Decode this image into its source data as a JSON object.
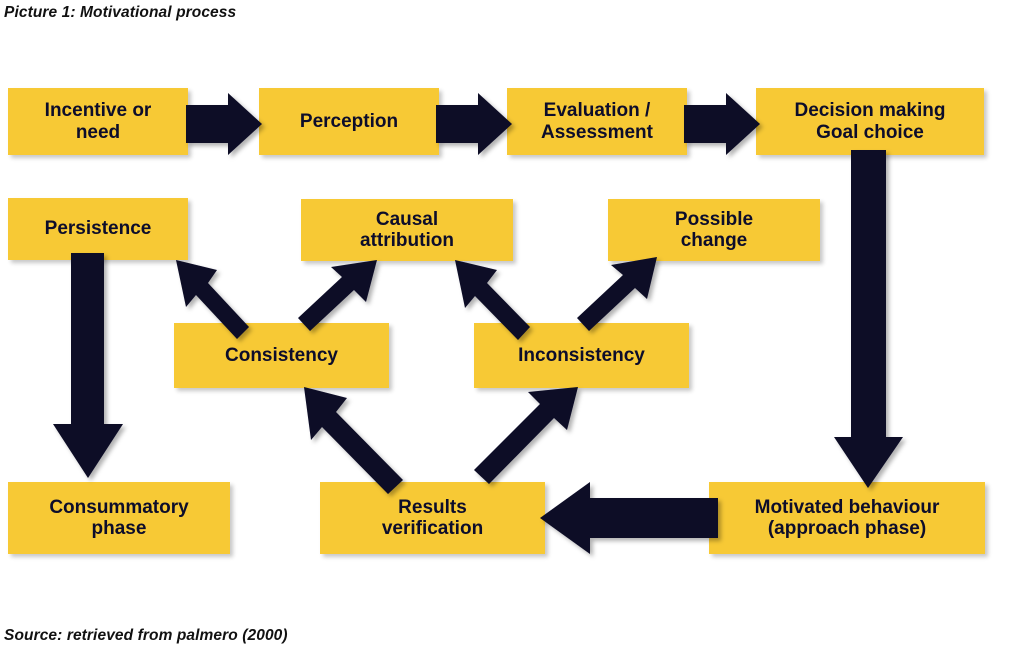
{
  "figure": {
    "caption_top": "Picture 1: Motivational process",
    "caption_bottom": "Source: retrieved from palmero (2000)",
    "colors": {
      "node_fill": "#F7C935",
      "arrow": "#0A0A28",
      "text": "#0D0D2B",
      "background": "#FFFFFF"
    }
  },
  "chart_data": {
    "type": "diagram",
    "title": "Picture 1: Motivational process",
    "source": "Source: retrieved from palmero (2000)",
    "nodes": [
      {
        "id": "incentive",
        "label": "Incentive or need",
        "line1": "Incentive or",
        "line2": "need",
        "row": 1,
        "col": 1
      },
      {
        "id": "perception",
        "label": "Perception",
        "line1": "Perception",
        "line2": "",
        "row": 1,
        "col": 2
      },
      {
        "id": "evaluation",
        "label": "Evaluation / Assessment",
        "line1": "Evaluation /",
        "line2": "Assessment",
        "row": 1,
        "col": 3
      },
      {
        "id": "decision",
        "label": "Decision making Goal choice",
        "line1": "Decision making",
        "line2": "Goal choice",
        "row": 1,
        "col": 4
      },
      {
        "id": "persistence",
        "label": "Persistence",
        "line1": "Persistence",
        "line2": "",
        "row": 2,
        "col": 1
      },
      {
        "id": "causal",
        "label": "Causal attribution",
        "line1": "Causal",
        "line2": "attribution",
        "row": 2,
        "col": 2
      },
      {
        "id": "possible",
        "label": "Possible change",
        "line1": "Possible",
        "line2": "change",
        "row": 2,
        "col": 3
      },
      {
        "id": "consistency",
        "label": "Consistency",
        "line1": "Consistency",
        "line2": "",
        "row": 3,
        "col": 1
      },
      {
        "id": "inconsistency",
        "label": "Inconsistency",
        "line1": "Inconsistency",
        "line2": "",
        "row": 3,
        "col": 2
      },
      {
        "id": "consummatory",
        "label": "Consummatory phase",
        "line1": "Consummatory",
        "line2": "phase",
        "row": 4,
        "col": 1
      },
      {
        "id": "results",
        "label": "Results verification",
        "line1": "Results",
        "line2": "verification",
        "row": 4,
        "col": 2
      },
      {
        "id": "motivated",
        "label": "Motivated behaviour (approach phase)",
        "line1": "Motivated behaviour",
        "line2": "(approach phase)",
        "row": 4,
        "col": 3
      }
    ],
    "edges": [
      {
        "from": "incentive",
        "to": "perception",
        "direction": "right"
      },
      {
        "from": "perception",
        "to": "evaluation",
        "direction": "right"
      },
      {
        "from": "evaluation",
        "to": "decision",
        "direction": "right"
      },
      {
        "from": "decision",
        "to": "motivated",
        "direction": "down"
      },
      {
        "from": "motivated",
        "to": "results",
        "direction": "left"
      },
      {
        "from": "results",
        "to": "consistency",
        "direction": "up-left"
      },
      {
        "from": "results",
        "to": "inconsistency",
        "direction": "up-right"
      },
      {
        "from": "consistency",
        "to": "persistence",
        "direction": "up-left"
      },
      {
        "from": "consistency",
        "to": "causal",
        "direction": "up-right"
      },
      {
        "from": "inconsistency",
        "to": "causal",
        "direction": "up-left"
      },
      {
        "from": "inconsistency",
        "to": "possible",
        "direction": "up-right"
      },
      {
        "from": "persistence",
        "to": "consummatory",
        "direction": "down"
      }
    ]
  }
}
